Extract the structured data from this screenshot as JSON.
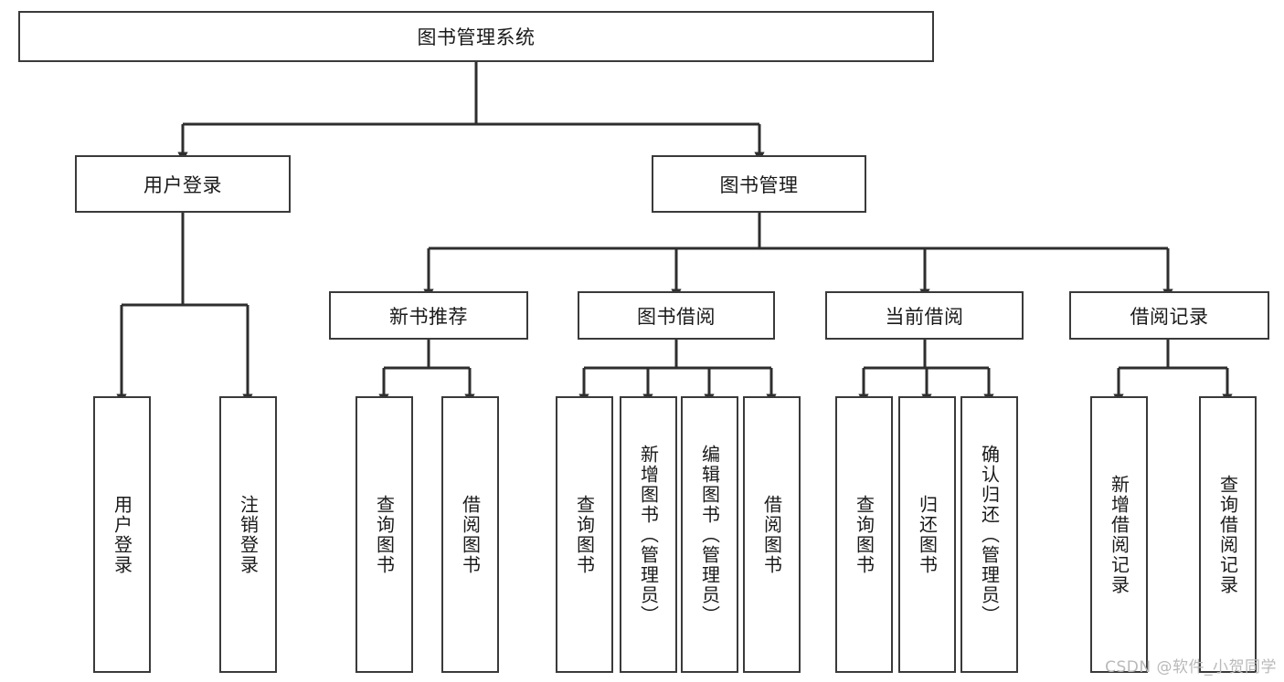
{
  "diagram": {
    "type": "tree",
    "title": "图书管理系统",
    "orientation": "top-down",
    "edge_style": "orthogonal-arrow",
    "colors": {
      "box_border": "#3a3a3a",
      "box_fill": "#ffffff",
      "edge": "#2e2e2e",
      "text": "#1a1a1a",
      "watermark": "#b9b9b9",
      "background": "#ffffff"
    },
    "levels": {
      "root": "图书管理系统",
      "level1": [
        "用户登录",
        "图书管理"
      ],
      "level2": [
        "新书推荐",
        "图书借阅",
        "当前借阅",
        "借阅记录"
      ],
      "leaves": [
        "用户登录",
        "注销登录",
        "查询图书",
        "借阅图书",
        "查询图书",
        "新增图书（管理员）",
        "编辑图书（管理员）",
        "借阅图书",
        "查询图书",
        "归还图书",
        "确认归还（管理员）",
        "新增借阅记录",
        "查询借阅记录"
      ]
    }
  },
  "nodes": {
    "root": {
      "label": "图书管理系统"
    },
    "user_login": {
      "label": "用户登录"
    },
    "book_manage": {
      "label": "图书管理"
    },
    "new_book_rec": {
      "label": "新书推荐"
    },
    "book_borrow": {
      "label": "图书借阅"
    },
    "current_borrow": {
      "label": "当前借阅"
    },
    "borrow_record": {
      "label": "借阅记录"
    },
    "leaf_user_login": {
      "label": "用户登录"
    },
    "leaf_logout": {
      "label": "注销登录"
    },
    "leaf_query_book_a": {
      "label": "查询图书"
    },
    "leaf_borrow_book_a": {
      "label": "借阅图书"
    },
    "leaf_query_book_b": {
      "label": "查询图书"
    },
    "leaf_add_book": {
      "label": "新增图书（管理员）"
    },
    "leaf_edit_book": {
      "label": "编辑图书（管理员）"
    },
    "leaf_borrow_book_b": {
      "label": "借阅图书"
    },
    "leaf_query_book_c": {
      "label": "查询图书"
    },
    "leaf_return_book": {
      "label": "归还图书"
    },
    "leaf_confirm_return": {
      "label": "确认归还（管理员）"
    },
    "leaf_add_record": {
      "label": "新增借阅记录"
    },
    "leaf_query_record": {
      "label": "查询借阅记录"
    }
  },
  "watermark": {
    "text": "CSDN @软件_小贺同学"
  }
}
